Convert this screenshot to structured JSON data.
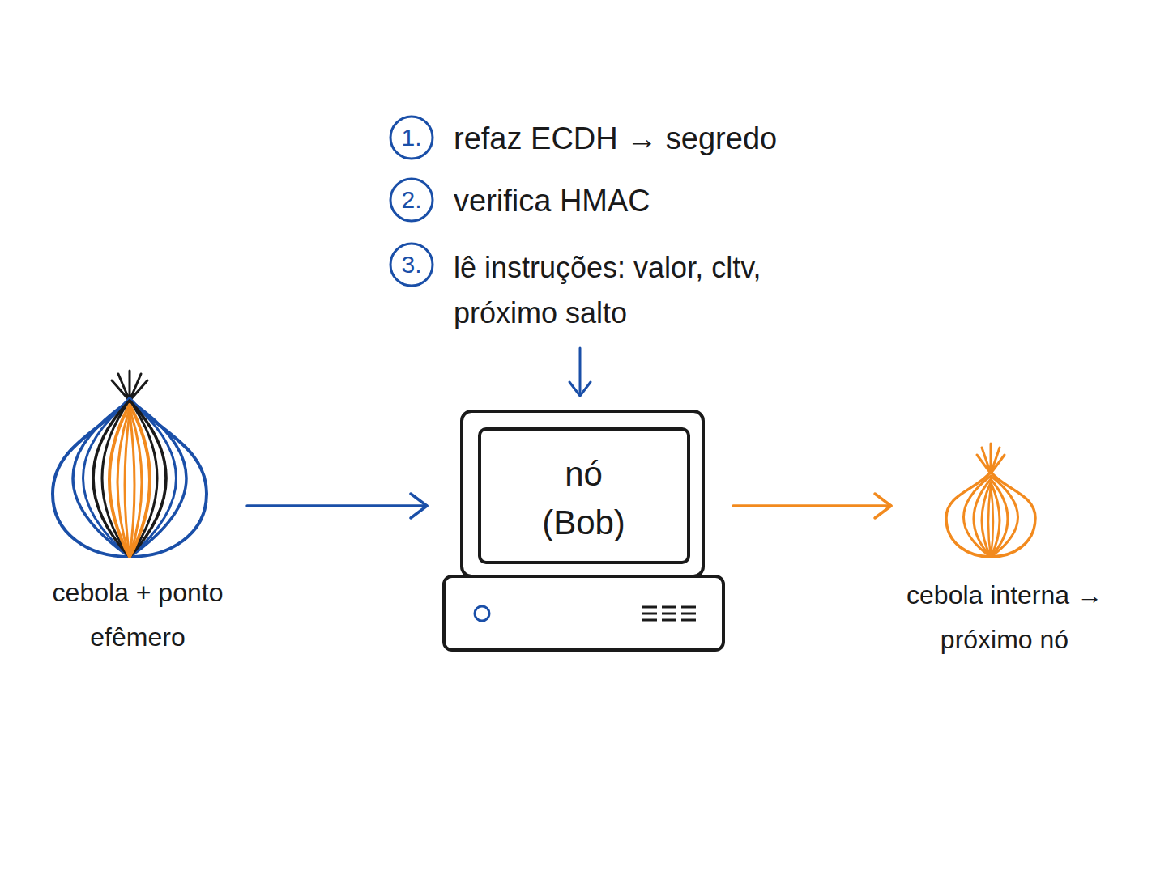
{
  "diagram": {
    "nodes": [
      {
        "text": [
          "cebola + ponto efêmero"
        ]
      },
      {
        "text": [
          "nó",
          "(Bob)"
        ]
      },
      {
        "text": [
          "cebola interna → próximo nó"
        ]
      }
    ],
    "edges": [
      {
        "from": 0,
        "to": 1,
        "arrow": "to"
      },
      {
        "from": 1,
        "to": 2,
        "arrow": "to"
      }
    ],
    "labels": [
      "1.",
      "refaz ECDH → segredo",
      "2.",
      "verifica HMAC",
      "3.",
      "lê instruções: valor, cltv, próximo salto"
    ]
  }
}
